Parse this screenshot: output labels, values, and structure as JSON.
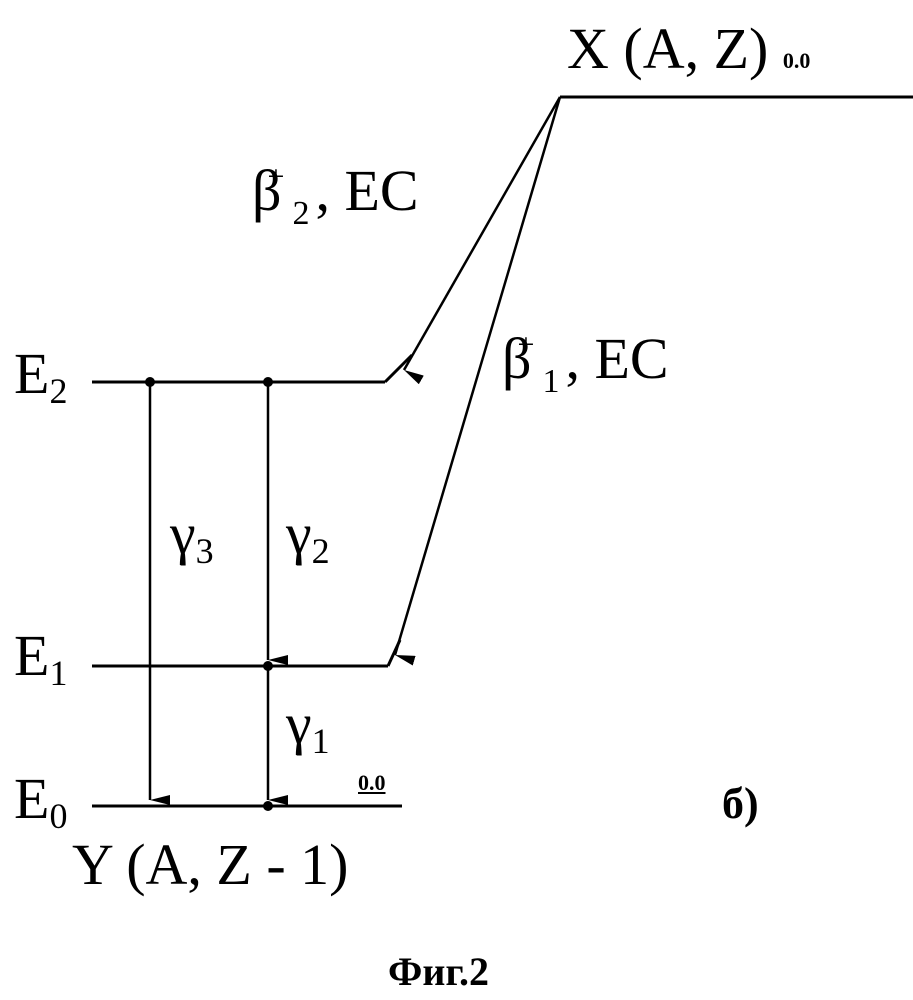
{
  "parent_level": {
    "label": "X (A, Z)",
    "energy": "0.0"
  },
  "daughter_ground": {
    "label": "Y (A, Z - 1)",
    "energy": "0.0"
  },
  "levels": {
    "e2": {
      "letter": "E",
      "index": "2"
    },
    "e1": {
      "letter": "E",
      "index": "1"
    },
    "e0": {
      "letter": "E",
      "index": "0"
    }
  },
  "decays": {
    "beta2": {
      "symbol": "β",
      "index": "2",
      "charge": "+",
      "mode": ", EC"
    },
    "beta1": {
      "symbol": "β",
      "index": "1",
      "charge": "+",
      "mode": ", EC"
    }
  },
  "gammas": {
    "g3": {
      "symbol": "γ",
      "index": "3"
    },
    "g2": {
      "symbol": "γ",
      "index": "2"
    },
    "g1": {
      "symbol": "γ",
      "index": "1"
    }
  },
  "panel_label": "б)",
  "caption": "Фиг.2"
}
